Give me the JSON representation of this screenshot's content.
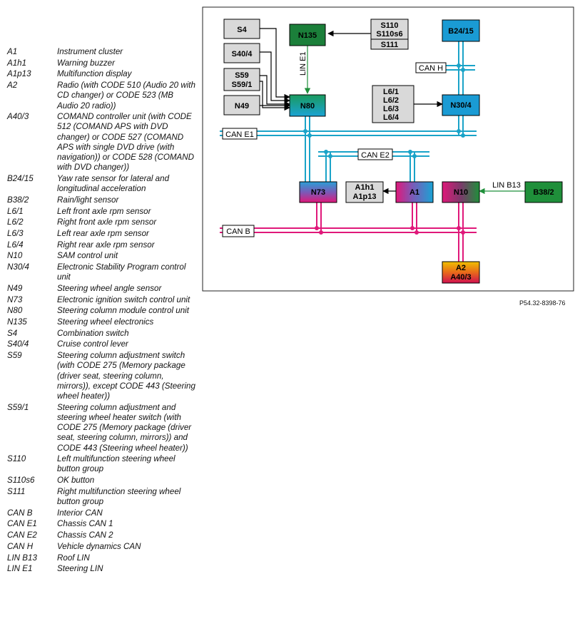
{
  "ref_code": "P54.32-8398-76",
  "legend": [
    {
      "code": "A1",
      "desc": "Instrument cluster"
    },
    {
      "code": "A1h1",
      "desc": "Warning buzzer"
    },
    {
      "code": "A1p13",
      "desc": "Multifunction display"
    },
    {
      "code": "A2",
      "desc": "Radio (with CODE 510 (Audio 20 with CD changer) or CODE 523 (MB Audio 20 radio))"
    },
    {
      "code": "A40/3",
      "desc": "COMAND controller unit (with CODE 512 (COMAND APS with DVD changer) or CODE 527 (COMAND APS with single DVD drive (with navigation)) or CODE 528 (COMAND with DVD changer))"
    },
    {
      "code": "B24/15",
      "desc": "Yaw rate sensor for lateral and longitudinal acceleration"
    },
    {
      "code": "B38/2",
      "desc": "Rain/light sensor"
    },
    {
      "code": "L6/1",
      "desc": "Left front axle rpm sensor"
    },
    {
      "code": "L6/2",
      "desc": "Right front axle rpm sensor"
    },
    {
      "code": "L6/3",
      "desc": "Left rear axle rpm sensor"
    },
    {
      "code": "L6/4",
      "desc": "Right rear axle rpm sensor"
    },
    {
      "code": "N10",
      "desc": "SAM control unit"
    },
    {
      "code": "N30/4",
      "desc": "Electronic Stability Program control unit"
    },
    {
      "code": "N49",
      "desc": "Steering wheel angle sensor"
    },
    {
      "code": "N73",
      "desc": "Electronic ignition switch control unit"
    },
    {
      "code": "N80",
      "desc": "Steering column module control unit"
    },
    {
      "code": "N135",
      "desc": "Steering wheel electronics"
    },
    {
      "code": "S4",
      "desc": "Combination switch"
    },
    {
      "code": "S40/4",
      "desc": "Cruise control lever"
    },
    {
      "code": "S59",
      "desc": "Steering column adjustment switch (with CODE 275 (Memory package (driver seat, steering column, mirrors)), except CODE 443 (Steering wheel heater))"
    },
    {
      "code": "S59/1",
      "desc": "Steering column adjustment and steering wheel heater switch (with CODE 275 (Memory package (driver seat, steering column, mirrors)) and CODE 443 (Steering wheel heater))"
    },
    {
      "code": "S110",
      "desc": "Left multifunction steering wheel button group"
    },
    {
      "code": "S110s6",
      "desc": "OK button"
    },
    {
      "code": "S111",
      "desc": "Right multifunction steering wheel button group"
    },
    {
      "code": "CAN B",
      "desc": "Interior CAN"
    },
    {
      "code": "CAN E1",
      "desc": "Chassis CAN 1"
    },
    {
      "code": "CAN E2",
      "desc": "Chassis CAN 2"
    },
    {
      "code": "CAN H",
      "desc": "Vehicle dynamics CAN"
    },
    {
      "code": "LIN B13",
      "desc": "Roof LIN"
    },
    {
      "code": "LIN E1",
      "desc": "Steering LIN"
    }
  ],
  "diagram": {
    "boxes": {
      "s4": "S4",
      "s40_4": "S40/4",
      "s59": "S59",
      "s59_1": "S59/1",
      "n49": "N49",
      "n135": "N135",
      "s110": "S110",
      "s110s6": "S110s6",
      "s111": "S111",
      "b24_15": "B24/15",
      "n80": "N80",
      "l6_1": "L6/1",
      "l6_2": "L6/2",
      "l6_3": "L6/3",
      "l6_4": "L6/4",
      "n30_4": "N30/4",
      "n73": "N73",
      "a1h1": "A1h1",
      "a1p13": "A1p13",
      "a1": "A1",
      "n10": "N10",
      "b38_2": "B38/2",
      "a2": "A2",
      "a40_3": "A40/3"
    },
    "buses": {
      "can_h": "CAN H",
      "can_e1": "CAN E1",
      "can_e2": "CAN E2",
      "can_b": "CAN B",
      "lin_e1": "LIN E1",
      "lin_b13": "LIN B13"
    },
    "colors": {
      "can_blue": "#1aa3c8",
      "can_b_magenta": "#e0187a",
      "lin_green": "#1f8f3a",
      "box_gray": "#d9d9d9",
      "n135_green": "#1b7f3a",
      "b24_blue": "#1a9bd4"
    }
  }
}
